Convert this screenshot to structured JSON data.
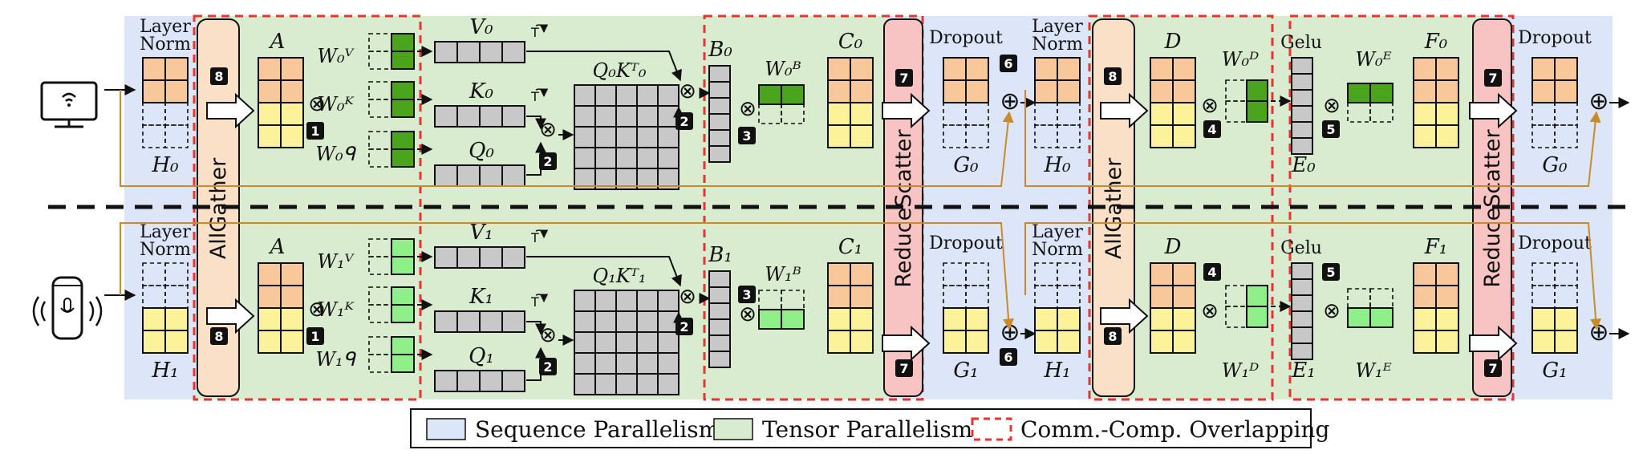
{
  "labels": {
    "layer_norm_line1": "Layer",
    "layer_norm_line2": "Norm",
    "dropout": "Dropout",
    "gelu": "Gelu",
    "all_gather": "AllGather",
    "reduce_scatter": "ReduceScatter",
    "transpose_mark": "T",
    "times": "⊗",
    "plus": "⊕",
    "qk0": "Q₀Kᵀ₀",
    "qk1": "Q₁Kᵀ₁"
  },
  "variables": {
    "top": {
      "H": "H₀",
      "A": "A",
      "WV": "W₀ⱽ",
      "WK": "W₀ᴷ",
      "WQ": "W₀ᑫ",
      "V": "V₀",
      "K": "K₀",
      "Q": "Q₀",
      "B": "B₀",
      "WB": "W₀ᴮ",
      "C": "C₀",
      "G": "G₀",
      "H2": "H₀",
      "D": "D",
      "WD": "W₀ᴰ",
      "E": "E₀",
      "WE": "W₀ᴱ",
      "F": "F₀",
      "G2": "G₀"
    },
    "bottom": {
      "H": "H₁",
      "A": "A",
      "WV": "W₁ⱽ",
      "WK": "W₁ᴷ",
      "WQ": "W₁ᑫ",
      "V": "V₁",
      "K": "K₁",
      "Q": "Q₁",
      "B": "B₁",
      "WB": "W₁ᴮ",
      "C": "C₁",
      "G": "G₁",
      "H2": "H₁",
      "D": "D",
      "WD": "W₁ᴰ",
      "E": "E₁",
      "WE": "W₁ᴱ",
      "F": "F₁",
      "G2": "G₁"
    }
  },
  "steps": {
    "s1": "1",
    "s2": "2",
    "s3": "3",
    "s4": "4",
    "s5": "5",
    "s6": "6",
    "s7": "7",
    "s8": "8"
  },
  "legend": {
    "items": [
      {
        "label": "Sequence Parallelism",
        "color": "#dce6f8"
      },
      {
        "label": "Tensor Parallelism",
        "color": "#d9ecd0"
      },
      {
        "label": "Comm.-Comp. Overlapping",
        "color": "#e8352f"
      }
    ]
  },
  "colors": {
    "seq_bg": "#dce6f8",
    "tensor_bg": "#d9ecd0",
    "orange": "#f9c89a",
    "yellow": "#fbf29a",
    "green_dark": "#4aa51c",
    "green_light": "#8ff08a",
    "gray": "#c8c8c8",
    "pink": "#f8c3c3",
    "peach": "#fbe0c8",
    "arrow_orange": "#c98a2b",
    "red_dash": "#e8352f"
  },
  "icons": {
    "top_device": "tv-icon",
    "bottom_device": "smart-speaker-icon"
  }
}
